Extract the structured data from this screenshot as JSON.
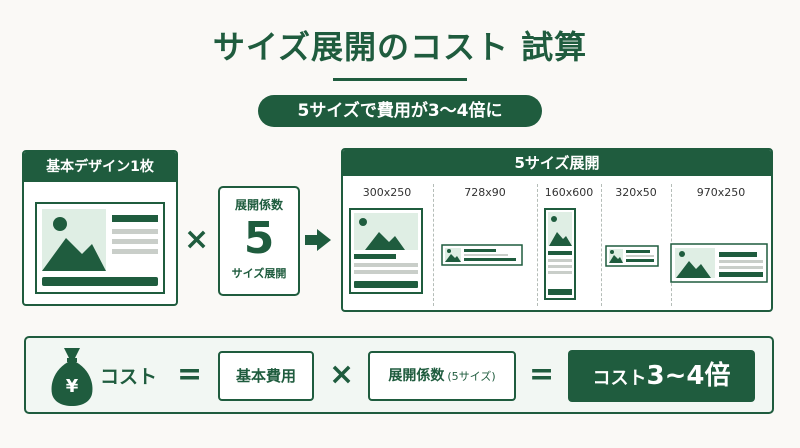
{
  "title": "サイズ展開のコスト 試算",
  "subtitle": "5サイズで費用が3～4倍に",
  "base": {
    "label": "基本デザイン1枚"
  },
  "factor": {
    "label": "展開係数",
    "value": "5",
    "sub": "サイズ展開"
  },
  "sizes": {
    "label": "5サイズ展開",
    "items": [
      {
        "label": "300x250"
      },
      {
        "label": "728x90"
      },
      {
        "label": "160x600"
      },
      {
        "label": "320x50"
      },
      {
        "label": "970x250"
      }
    ]
  },
  "formula": {
    "currency": "¥",
    "cost_label": "コスト",
    "base_cost": "基本費用",
    "factor_label": "展開係数",
    "factor_note": "(5サイズ)",
    "result_prefix": "コスト",
    "result_value": "3~4倍"
  },
  "colors": {
    "brand": "#1f5c3e",
    "light": "#dfeee4",
    "gray": "#c9cec9",
    "bg": "#faf9f6"
  }
}
